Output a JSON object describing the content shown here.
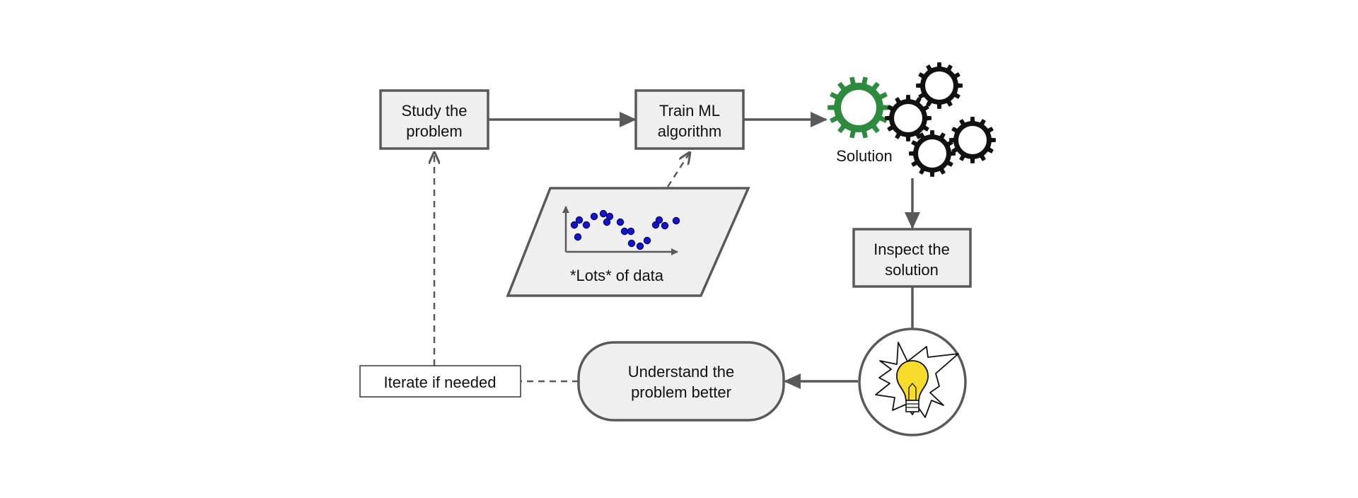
{
  "diagram": {
    "nodes": {
      "study": {
        "line1": "Study the",
        "line2": "problem"
      },
      "train": {
        "line1": "Train ML",
        "line2": "algorithm"
      },
      "data": {
        "label": "*Lots* of data"
      },
      "solution": {
        "label": "Solution"
      },
      "inspect": {
        "line1": "Inspect the",
        "line2": "solution"
      },
      "understand": {
        "line1": "Understand the",
        "line2": "problem better"
      },
      "iterate": {
        "label": "Iterate if needed"
      }
    },
    "icons": {
      "gears": "gears-icon",
      "lightbulb": "lightbulb-icon",
      "scatter": "scatter-plot-icon"
    },
    "colors": {
      "stroke": "#595959",
      "box_fill": "#efefef",
      "green_gear": "#2e8b3e",
      "black_gear": "#111111",
      "bulb": "#f7dc2b",
      "dots": "#1515c8"
    }
  }
}
